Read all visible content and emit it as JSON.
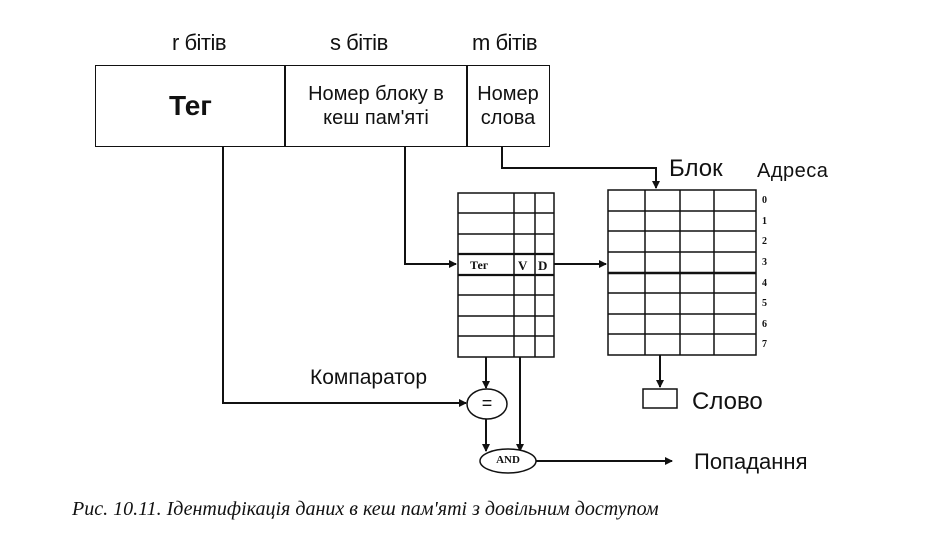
{
  "bits": {
    "r": "r бітів",
    "s": "s бітів",
    "m": "m бітів"
  },
  "address": {
    "tag": "Тег",
    "block_number_line1": "Номер блоку в",
    "block_number_line2": "кеш пам'яті",
    "word_number_line1": "Номер",
    "word_number_line2": "слова"
  },
  "labels": {
    "block": "Блок",
    "address": "Адреса",
    "comparator": "Компаратор",
    "word": "Слово",
    "hit": "Попадання",
    "equals": "=",
    "and": "AND",
    "dir_tag": "Тег",
    "dir_v": "V",
    "dir_d": "D"
  },
  "row_numbers": [
    "0",
    "1",
    "2",
    "3",
    "4",
    "5",
    "6",
    "7"
  ],
  "caption": "Рис. 10.11. Ідентифікація даних в кеш пам'яті з довільним доступом"
}
